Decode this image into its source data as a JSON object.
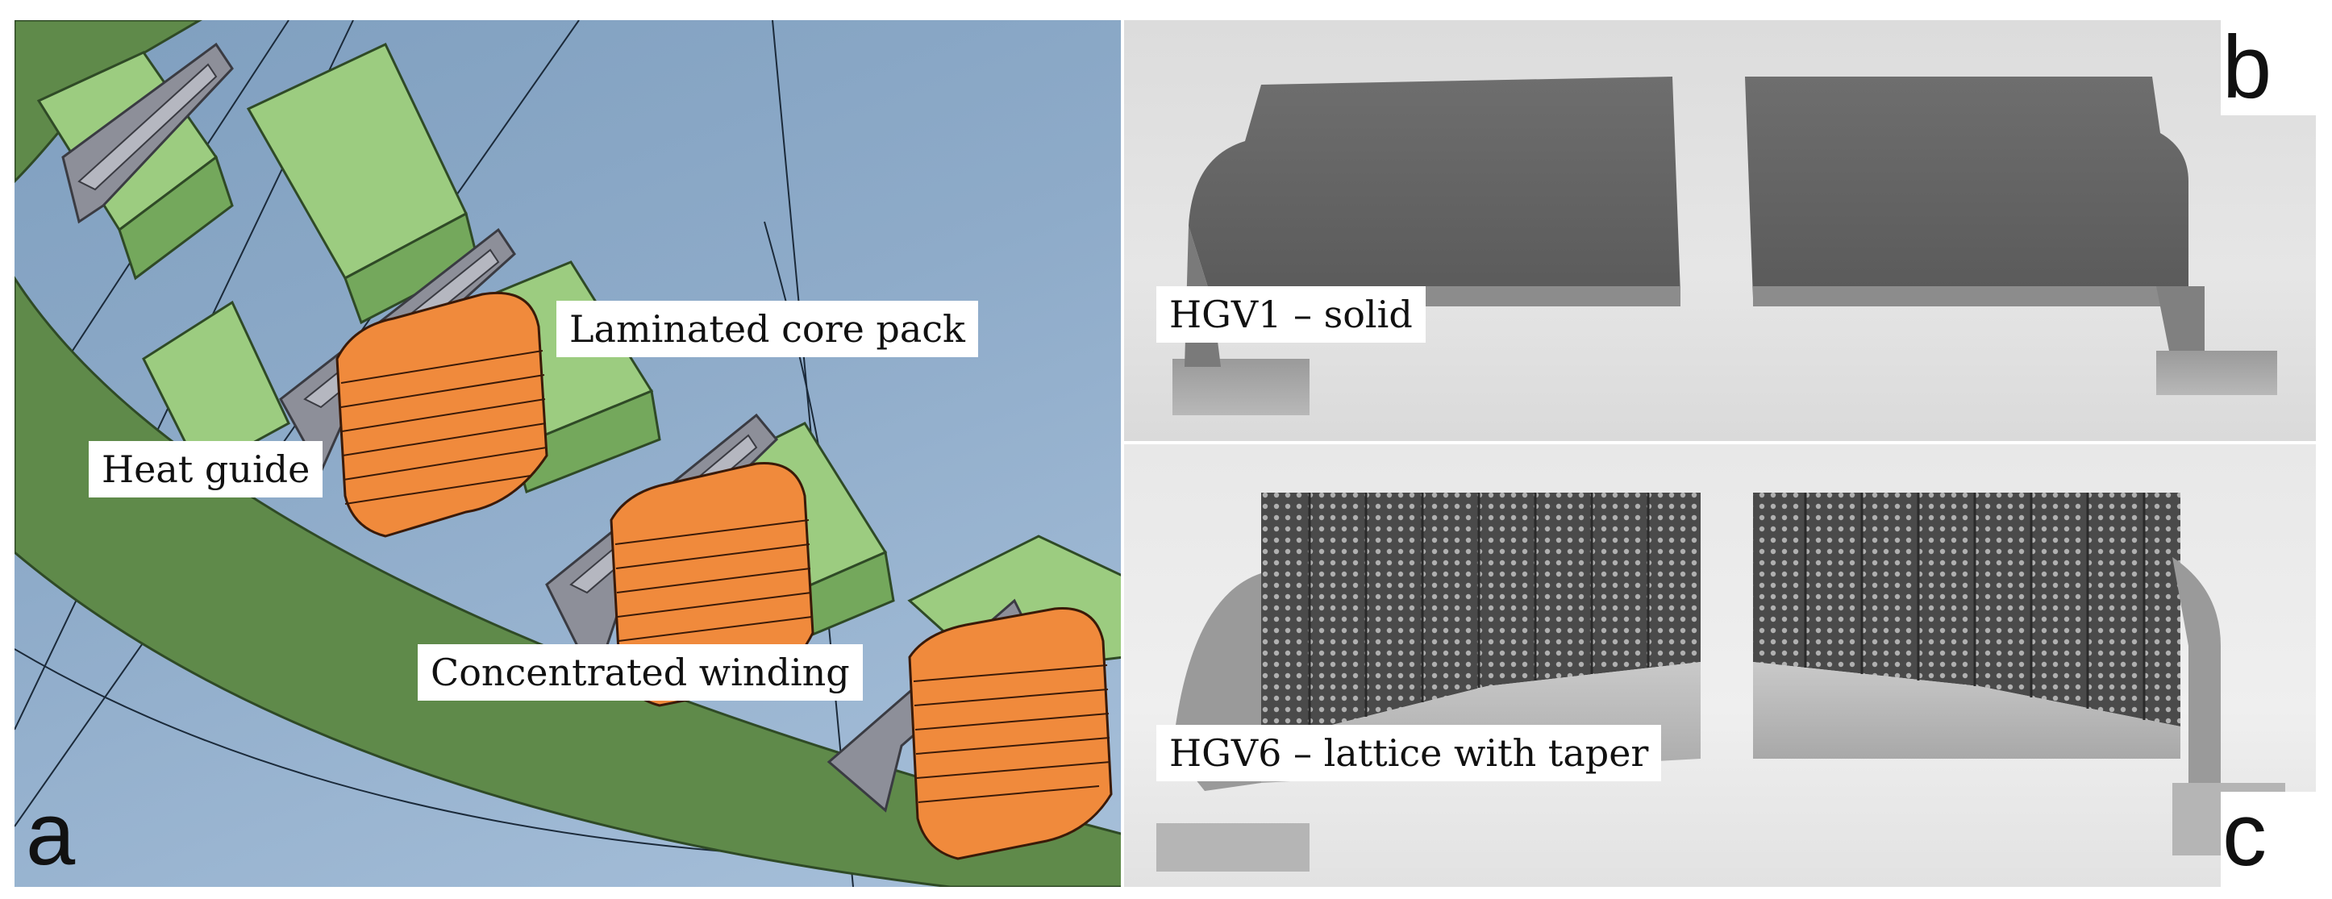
{
  "panel_a": {
    "letter": "a",
    "labels": {
      "laminated_core_pack": "Laminated core pack",
      "heat_guide": "Heat guide",
      "concentrated_winding": "Concentrated winding"
    },
    "colors": {
      "background": "#8eabc9",
      "stator_yoke": "#5f8a4a",
      "tooth": "#9ccc80",
      "winding": "#f08a3c",
      "heat_guide": "#8d8f99"
    }
  },
  "panel_b": {
    "letter": "b",
    "label": "HGV1 – solid"
  },
  "panel_c": {
    "letter": "c",
    "label": "HGV6 – lattice with taper"
  }
}
